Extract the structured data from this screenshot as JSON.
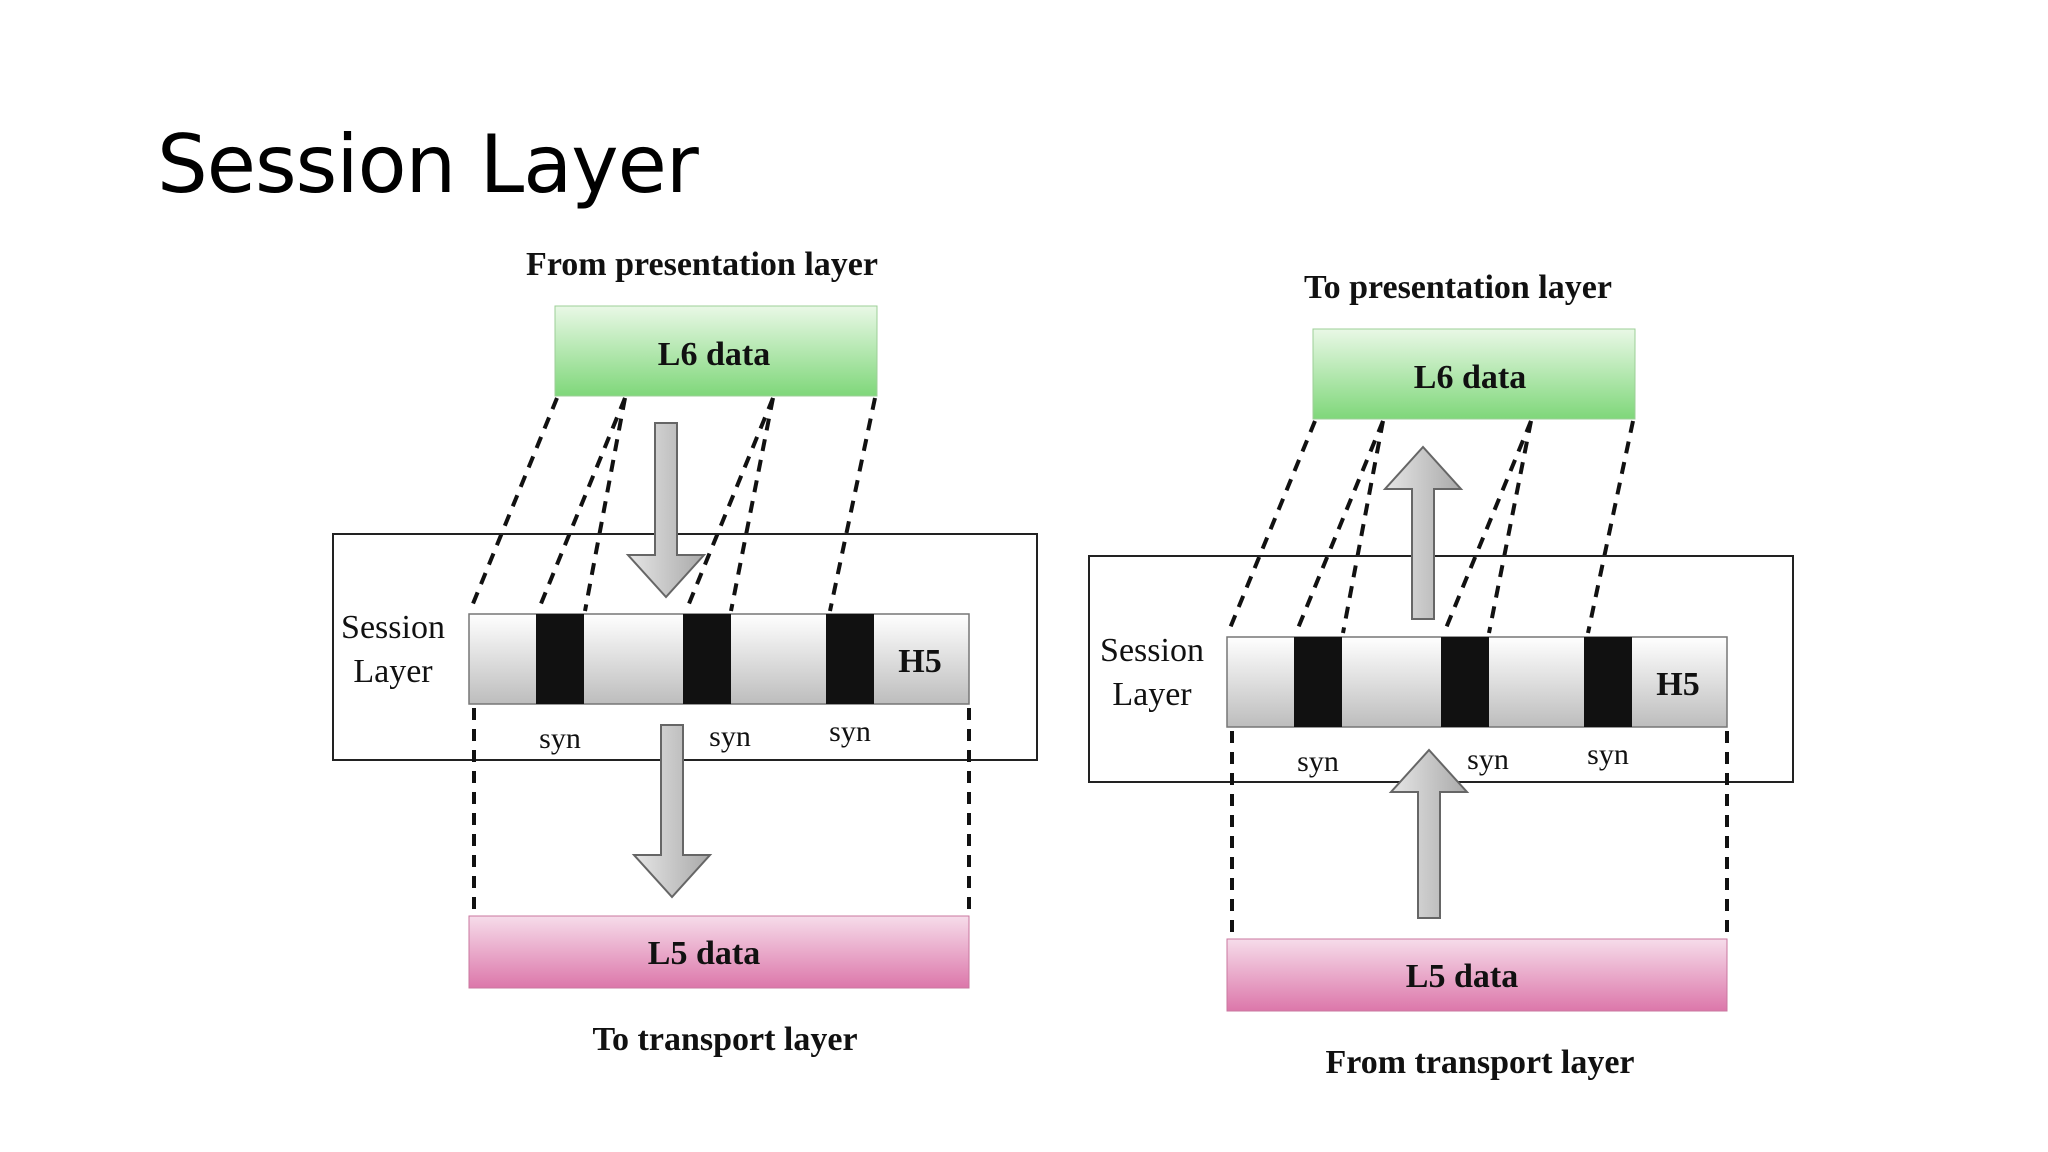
{
  "slide": {
    "title": "Session Layer"
  },
  "diagrams": [
    {
      "top_caption": "From presentation layer",
      "l6_label": "L6 data",
      "session_label_line1": "Session",
      "session_label_line2": "Layer",
      "syn_labels": [
        "syn",
        "syn",
        "syn"
      ],
      "header_label": "H5",
      "l5_label": "L5 data",
      "bottom_caption": "To transport layer",
      "direction": "down"
    },
    {
      "top_caption": "To presentation layer",
      "l6_label": "L6 data",
      "session_label_line1": "Session",
      "session_label_line2": "Layer",
      "syn_labels": [
        "syn",
        "syn",
        "syn"
      ],
      "header_label": "H5",
      "l5_label": "L5 data",
      "bottom_caption": "From transport layer",
      "direction": "up"
    }
  ],
  "colors": {
    "l6_green": "#8fdc8a",
    "l5_pink": "#e07fb0",
    "syn_black": "#111111",
    "arrow_gray": "#c8c8c8"
  }
}
